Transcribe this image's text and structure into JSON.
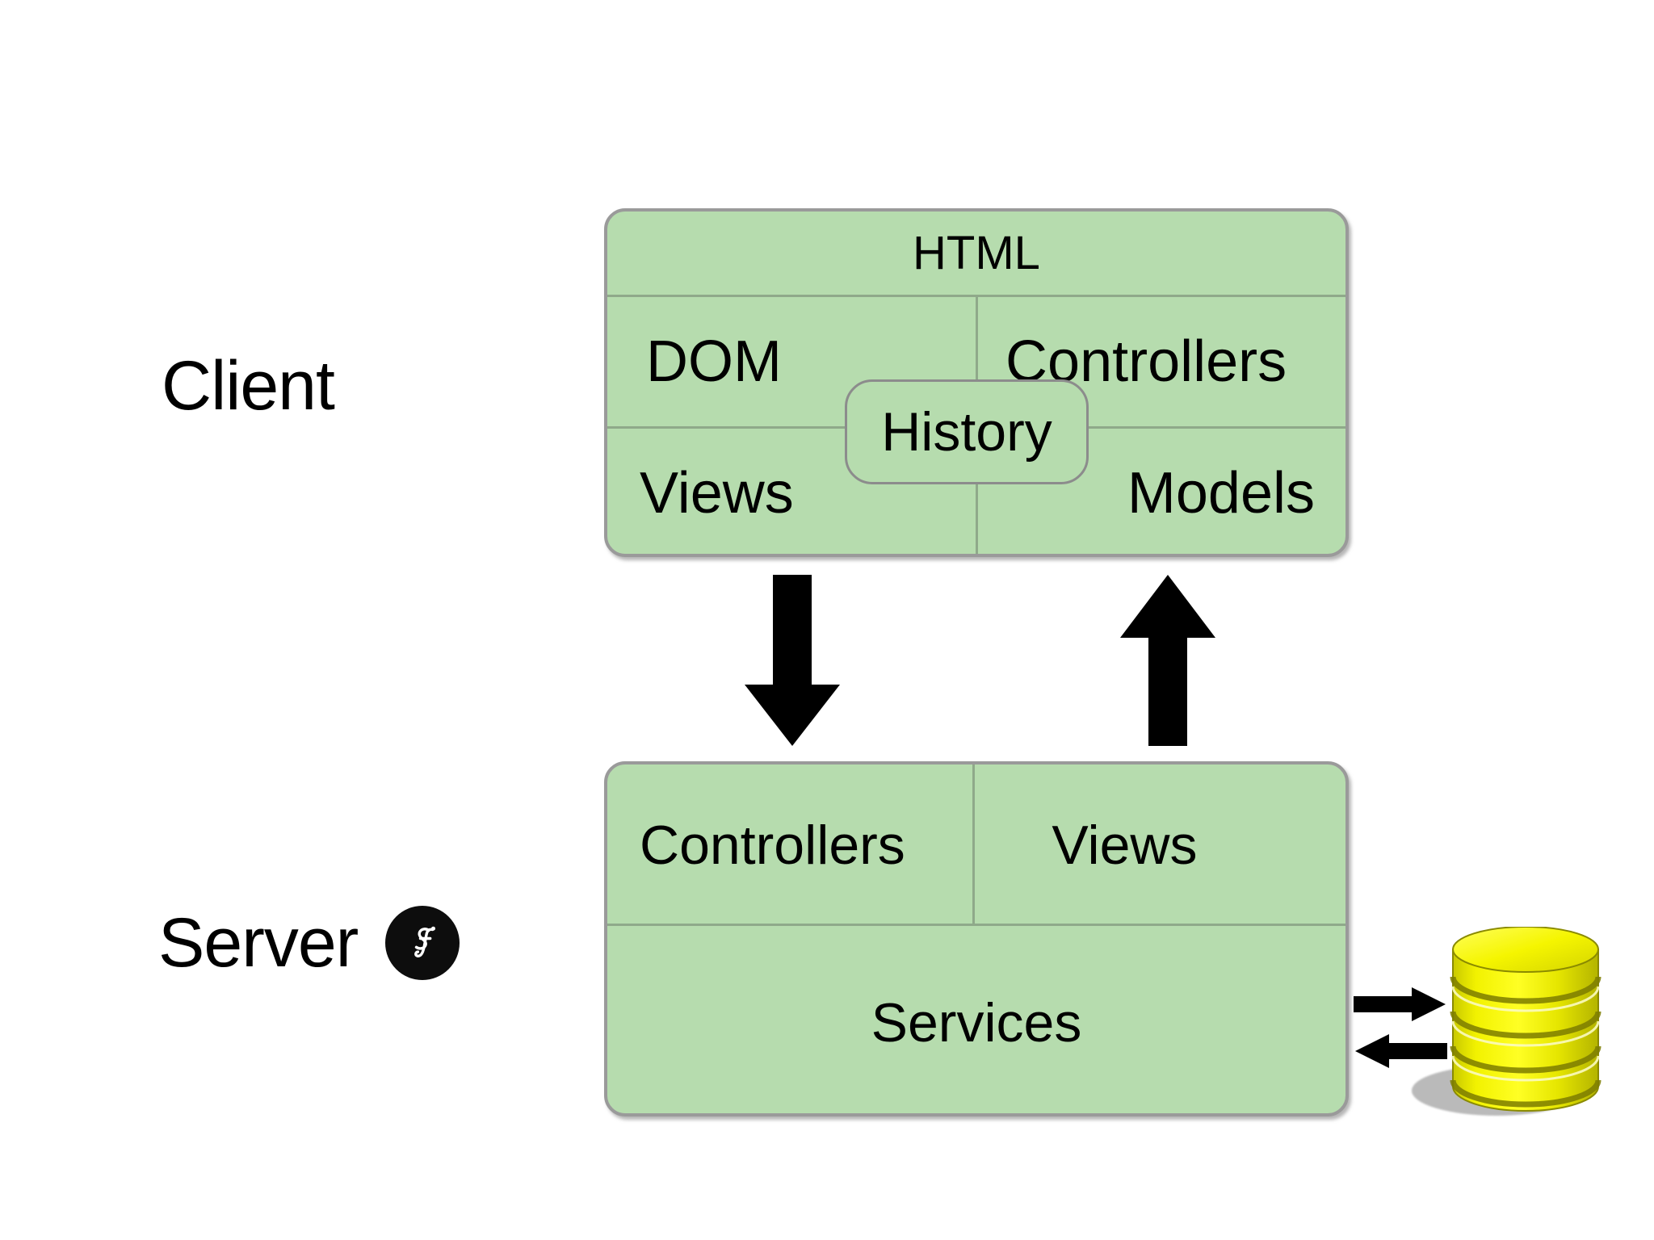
{
  "diagram": {
    "title": "Client/Server architecture overview",
    "background_color": "#ffffff",
    "accent_green": "#b6dcae",
    "border_gray": "#9a9a9a",
    "database_yellow": "#e8e800",
    "arrow_black": "#000000"
  },
  "tiers": {
    "client_label": "Client",
    "server_label": "Server",
    "server_logo_name": "symfony-logo"
  },
  "client_box": {
    "top_row": {
      "label": "HTML"
    },
    "middle_row": {
      "left": "DOM",
      "right": "Controllers"
    },
    "bottom_row": {
      "left": "Views",
      "right": "Models"
    },
    "overlay_pill": {
      "label": "History"
    }
  },
  "server_box": {
    "top_row": {
      "left": "Controllers",
      "right": "Views"
    },
    "bottom_row": {
      "label": "Services"
    }
  },
  "connectors": {
    "client_to_server": "arrow-down",
    "server_to_client": "arrow-up",
    "services_to_database": "arrow-right",
    "database_to_services": "arrow-left"
  },
  "database": {
    "name": "database-cylinder",
    "layers": 4
  }
}
